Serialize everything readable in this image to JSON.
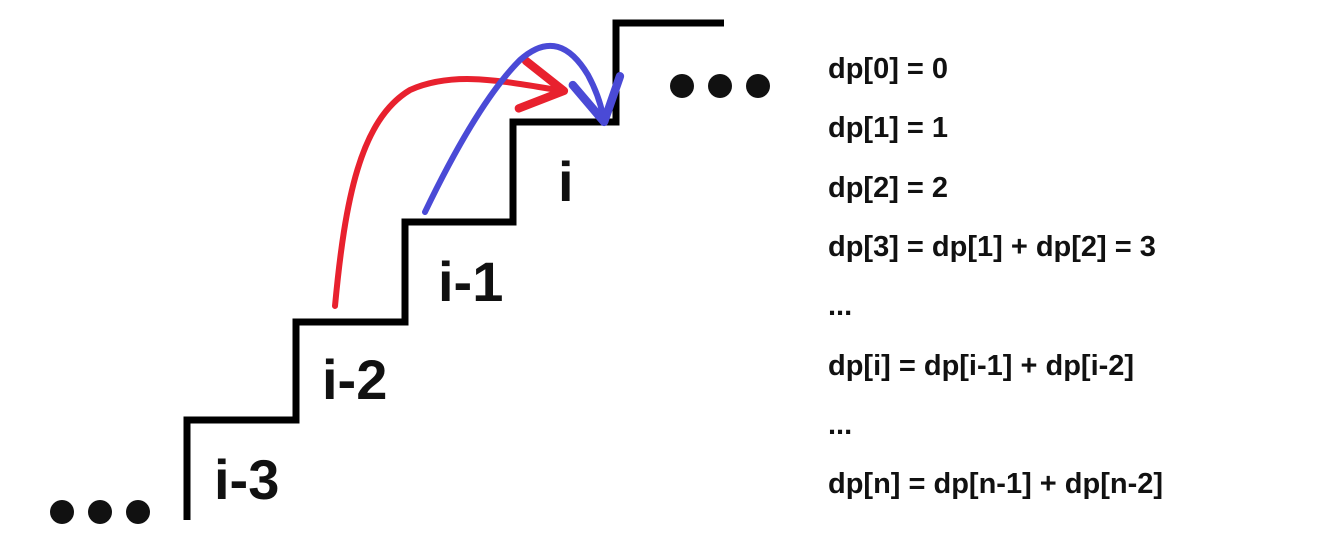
{
  "colors": {
    "stairs": "#000000",
    "text": "#111111",
    "arrow_from_i_minus_2": "#e8212e",
    "arrow_from_i_minus_1": "#4a4ad6"
  },
  "steps": [
    {
      "label": "i-3"
    },
    {
      "label": "i-2"
    },
    {
      "label": "i-1"
    },
    {
      "label": "i"
    }
  ],
  "formulas": [
    "dp[0] = 0",
    "dp[1] = 1",
    "dp[2] = 2",
    "dp[3] = dp[1] + dp[2] = 3",
    "...",
    "dp[i] = dp[i-1] + dp[i-2]",
    "...",
    "dp[n] = dp[n-1] + dp[n-2]"
  ]
}
